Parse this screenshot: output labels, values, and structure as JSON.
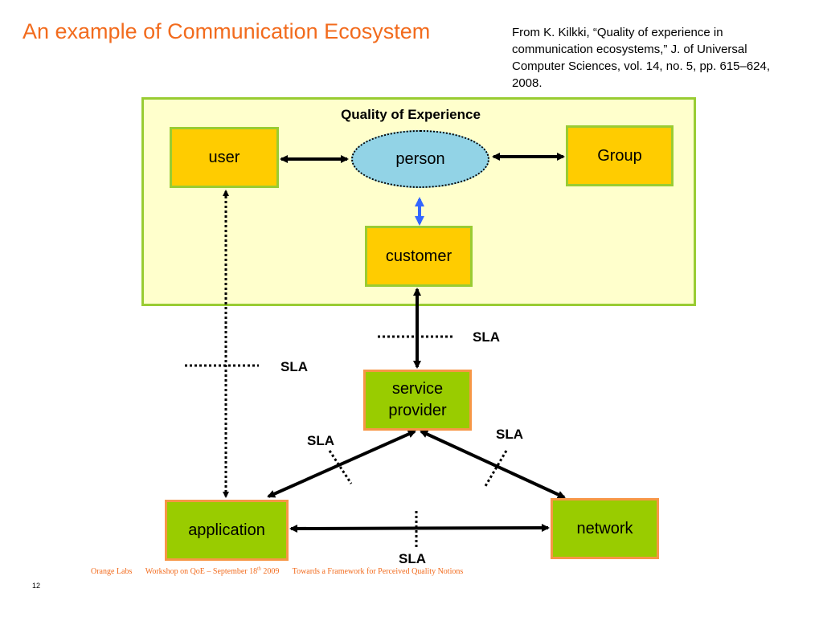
{
  "title": "An example of Communication Ecosystem",
  "reference": "From K. Kilkki, “Quality of experience in communication ecosystems,” J. of Universal Computer Sciences, vol. 14, no. 5, pp. 615–624, 2008.",
  "qoe_label": "Quality of Experience",
  "nodes": {
    "user": "user",
    "person": "person",
    "group": "Group",
    "customer": "customer",
    "service_provider_line1": "service",
    "service_provider_line2": "provider",
    "application": "application",
    "network": "network"
  },
  "sla_labels": {
    "customer_sp": "SLA",
    "user_app": "SLA",
    "sp_app": "SLA",
    "sp_network": "SLA",
    "app_network": "SLA"
  },
  "footer": {
    "org": "Orange Labs",
    "workshop": "Workshop on QoE – September 18",
    "workshop_sup": "th",
    "workshop_year": " 2009",
    "talk": "Towards a Framework for Perceived Quality Notions"
  },
  "page_number": "12",
  "colors": {
    "title": "#f26b1d",
    "qoe_fill": "#ffffcc",
    "qoe_border": "#99cc33",
    "yellow_node": "#ffcc00",
    "green_node": "#99cc00",
    "green_border": "#f79646",
    "person_fill": "#92d3e6",
    "blue_arrow": "#3366ff"
  }
}
